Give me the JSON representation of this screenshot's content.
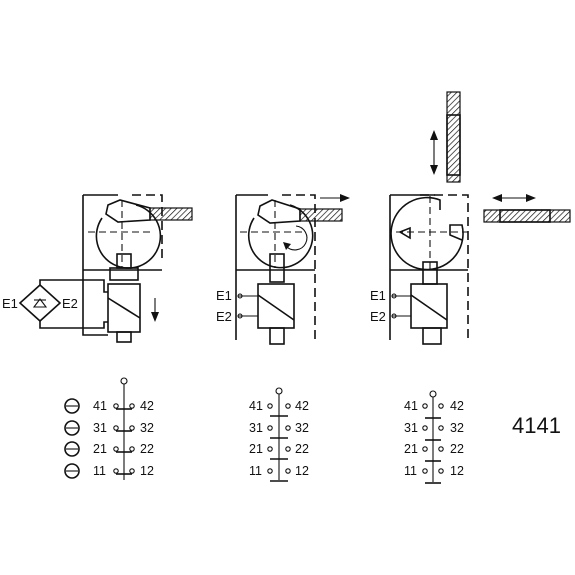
{
  "labels": {
    "e1": "E1",
    "e2": "E2",
    "model": "4141"
  },
  "contacts": [
    {
      "left": "41",
      "right": "42"
    },
    {
      "left": "31",
      "right": "32"
    },
    {
      "left": "21",
      "right": "22"
    },
    {
      "left": "11",
      "right": "12"
    }
  ]
}
